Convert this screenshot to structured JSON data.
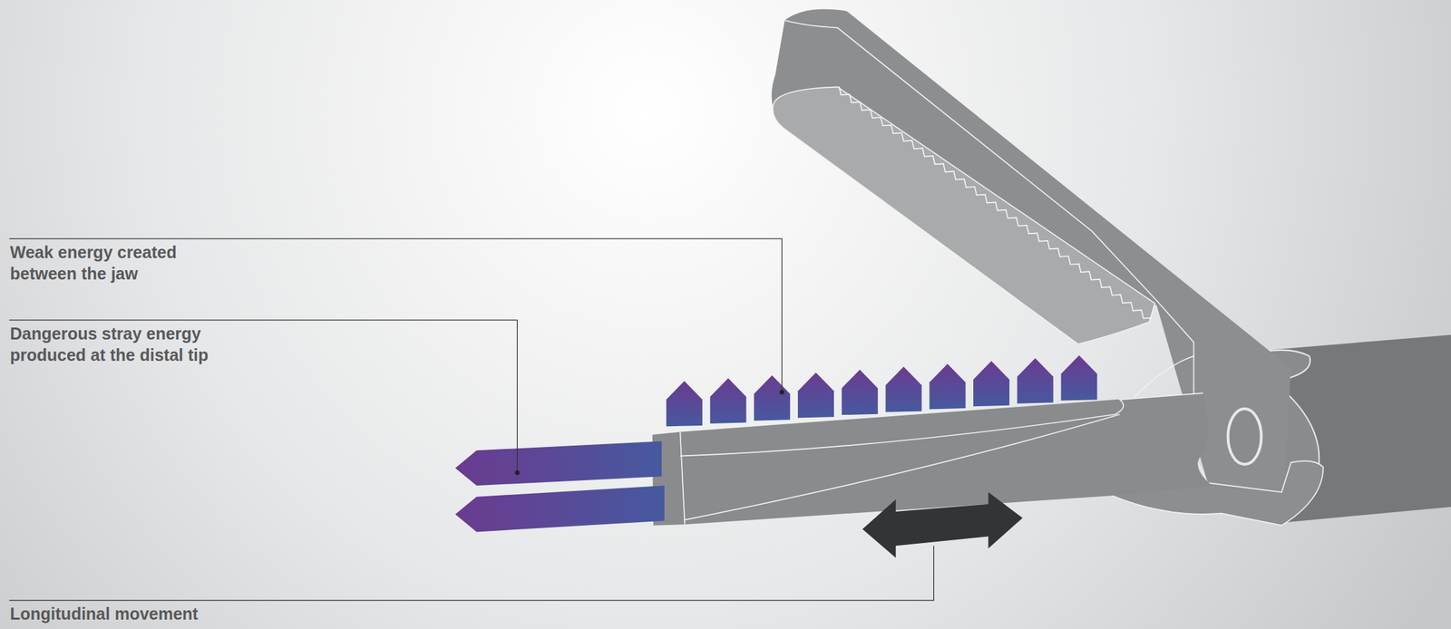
{
  "diagram": {
    "labels": [
      "Weak energy created between the jaw",
      "Dangerous stray energy produced at the distal tip",
      "Longitudinal movement"
    ]
  }
}
